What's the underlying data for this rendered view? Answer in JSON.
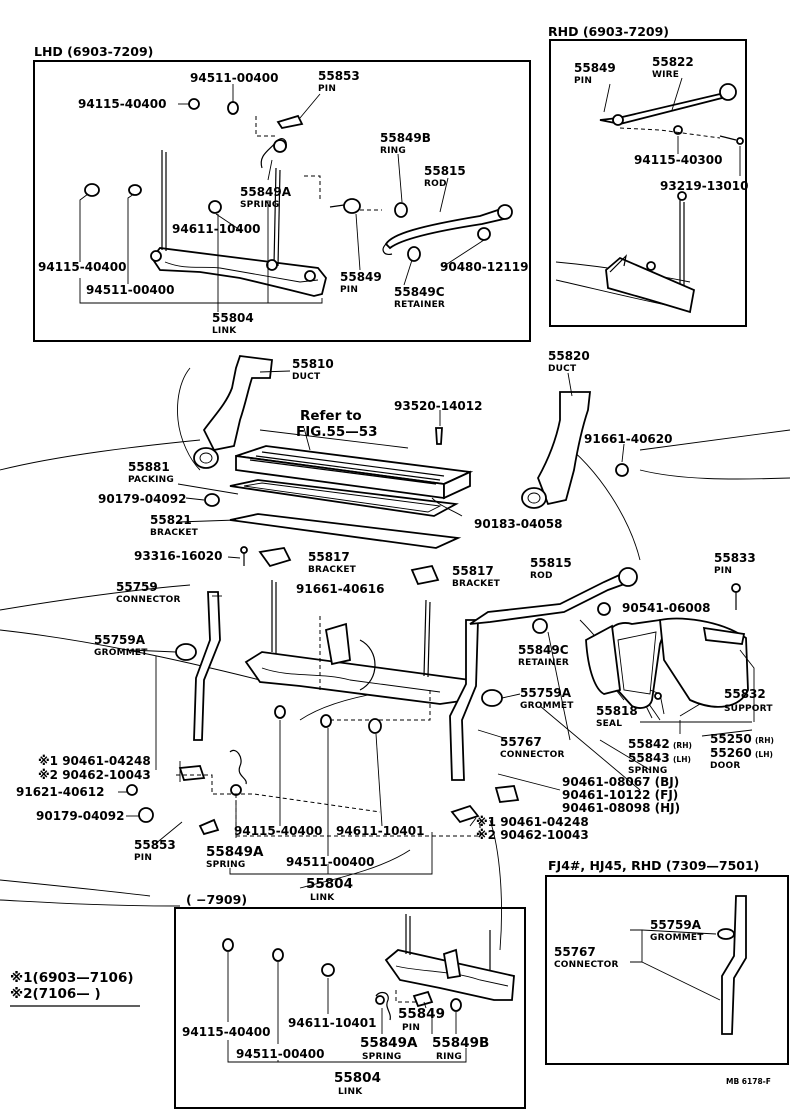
{
  "panels": {
    "lhd_title": "LHD (6903-7209)",
    "rhd_title": "RHD (6903-7209)",
    "fj4_title": "FJ4#, HJ45, RHD (7309—7501)",
    "bottom_range": "(      −7909)"
  },
  "references": {
    "refer_line1": "Refer to",
    "refer_line2": "FIG.55—53"
  },
  "legend": {
    "row1": "※1(6903—7106)",
    "row2": "※2(7106—      )"
  },
  "image_code": "MB 6178-F",
  "labels": [
    {
      "id": "l1",
      "pn": "94511-00400",
      "nm": ""
    },
    {
      "id": "l2",
      "pn": "55853",
      "nm": "PIN"
    },
    {
      "id": "l3",
      "pn": "94115-40400",
      "nm": ""
    },
    {
      "id": "l4",
      "pn": "55849B",
      "nm": "RING"
    },
    {
      "id": "l5",
      "pn": "55815",
      "nm": "ROD"
    },
    {
      "id": "l6",
      "pn": "55849A",
      "nm": "SPRING"
    },
    {
      "id": "l7",
      "pn": "94611-10400",
      "nm": ""
    },
    {
      "id": "l8",
      "pn": "90480-12119",
      "nm": ""
    },
    {
      "id": "l9",
      "pn": "94115-40400",
      "nm": ""
    },
    {
      "id": "l10",
      "pn": "55849",
      "nm": "PIN"
    },
    {
      "id": "l11",
      "pn": "94511-00400",
      "nm": ""
    },
    {
      "id": "l12",
      "pn": "55849C",
      "nm": "RETAINER"
    },
    {
      "id": "l13",
      "pn": "55804",
      "nm": "LINK"
    },
    {
      "id": "r1",
      "pn": "55849",
      "nm": "PIN"
    },
    {
      "id": "r2",
      "pn": "55822",
      "nm": "WIRE"
    },
    {
      "id": "r3",
      "pn": "94115-40300",
      "nm": ""
    },
    {
      "id": "r4",
      "pn": "93219-13010",
      "nm": ""
    },
    {
      "id": "m1",
      "pn": "55810",
      "nm": "DUCT"
    },
    {
      "id": "m2",
      "pn": "55820",
      "nm": "DUCT"
    },
    {
      "id": "m3",
      "pn": "93520-14012",
      "nm": ""
    },
    {
      "id": "m4",
      "pn": "91661-40620",
      "nm": ""
    },
    {
      "id": "m5",
      "pn": "55881",
      "nm": "PACKING"
    },
    {
      "id": "m6",
      "pn": "90179-04092",
      "nm": ""
    },
    {
      "id": "m7",
      "pn": "55821",
      "nm": "BRACKET"
    },
    {
      "id": "m8",
      "pn": "90183-04058",
      "nm": ""
    },
    {
      "id": "m9",
      "pn": "93316-16020",
      "nm": ""
    },
    {
      "id": "m10",
      "pn": "55817",
      "nm": "BRACKET"
    },
    {
      "id": "m11",
      "pn": "55817",
      "nm": "BRACKET"
    },
    {
      "id": "m12",
      "pn": "55815",
      "nm": "ROD"
    },
    {
      "id": "m13",
      "pn": "55833",
      "nm": "PIN"
    },
    {
      "id": "m14",
      "pn": "55759",
      "nm": "CONNECTOR"
    },
    {
      "id": "m15",
      "pn": "91661-40616",
      "nm": ""
    },
    {
      "id": "m16",
      "pn": "90541-06008",
      "nm": ""
    },
    {
      "id": "m17",
      "pn": "55759A",
      "nm": "GROMMET"
    },
    {
      "id": "m18",
      "pn": "55849C",
      "nm": "RETAINER"
    },
    {
      "id": "m19",
      "pn": "55759A",
      "nm": "GROMMET"
    },
    {
      "id": "m20",
      "pn": "55818",
      "nm": "SEAL"
    },
    {
      "id": "m21",
      "pn": "55832",
      "nm": "SUPPORT"
    },
    {
      "id": "m22",
      "pn": "55767",
      "nm": "CONNECTOR"
    },
    {
      "id": "m23",
      "pn": "55842",
      "nm": "(RH)"
    },
    {
      "id": "m24",
      "pn": "55843",
      "nm": "(LH)"
    },
    {
      "id": "m25",
      "pn": "55250",
      "nm": "(RH)"
    },
    {
      "id": "m26",
      "pn": "55260",
      "nm": "(LH)"
    },
    {
      "id": "m27",
      "pn": "※1 90461-04248",
      "nm": ""
    },
    {
      "id": "m28",
      "pn": "※2 90462-10043",
      "nm": ""
    },
    {
      "id": "m29",
      "pn": "91621-40612",
      "nm": ""
    },
    {
      "id": "m30",
      "pn": "90179-04092",
      "nm": ""
    },
    {
      "id": "m31",
      "pn": "90461-08067 (BJ)",
      "nm": ""
    },
    {
      "id": "m32",
      "pn": "90461-10122 (FJ)",
      "nm": ""
    },
    {
      "id": "m33",
      "pn": "90461-08098 (HJ)",
      "nm": ""
    },
    {
      "id": "m34",
      "pn": "94115-40400",
      "nm": ""
    },
    {
      "id": "m35",
      "pn": "94611-10401",
      "nm": ""
    },
    {
      "id": "m36",
      "pn": "※1 90461-04248",
      "nm": ""
    },
    {
      "id": "m37",
      "pn": "※2 90462-10043",
      "nm": ""
    },
    {
      "id": "m38",
      "pn": "55853",
      "nm": "PIN"
    },
    {
      "id": "m39",
      "pn": "55849A",
      "nm": "SPRING"
    },
    {
      "id": "m40",
      "pn": "94511-00400",
      "nm": ""
    },
    {
      "id": "m41",
      "pn": "55804",
      "nm": "LINK"
    },
    {
      "id": "b1",
      "pn": "94115-40400",
      "nm": ""
    },
    {
      "id": "b2",
      "pn": "94611-10401",
      "nm": ""
    },
    {
      "id": "b3",
      "pn": "55849",
      "nm": "PIN"
    },
    {
      "id": "b4",
      "pn": "94511-00400",
      "nm": ""
    },
    {
      "id": "b5",
      "pn": "55849A",
      "nm": "SPRING"
    },
    {
      "id": "b6",
      "pn": "55849B",
      "nm": "RING"
    },
    {
      "id": "b7",
      "pn": "55804",
      "nm": "LINK"
    },
    {
      "id": "f1",
      "pn": "55759A",
      "nm": "GROMMET"
    },
    {
      "id": "f2",
      "pn": "55767",
      "nm": "CONNECTOR"
    }
  ],
  "side_labels": {
    "spring": "SPRING",
    "door": "DOOR"
  }
}
